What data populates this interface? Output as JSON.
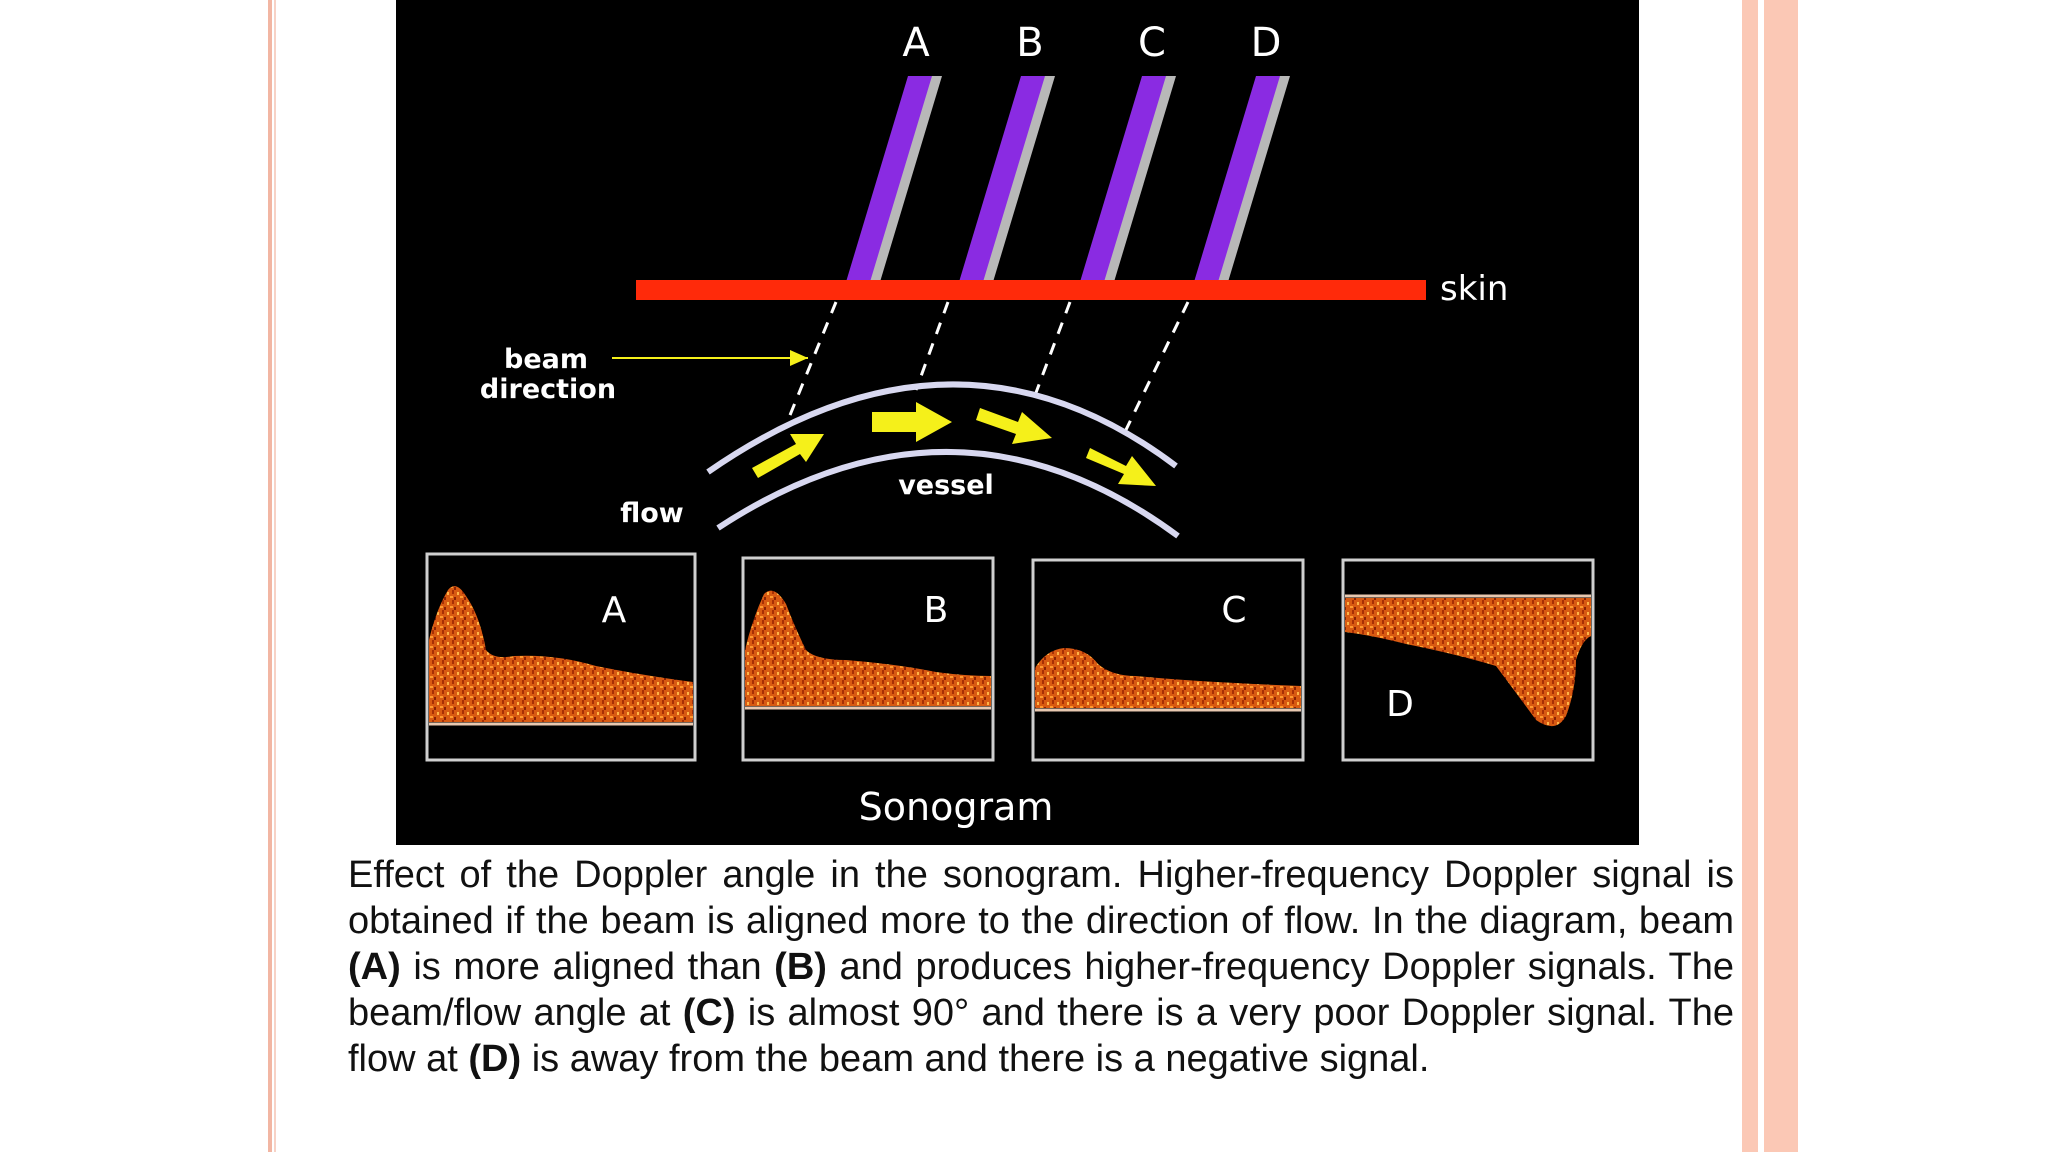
{
  "figure": {
    "beam_labels": [
      "A",
      "B",
      "C",
      "D"
    ],
    "skin_label": "skin",
    "beam_direction_label": [
      "beam",
      "direction"
    ],
    "flow_label": "flow",
    "vessel_label": "vessel",
    "panel_labels": [
      "A",
      "B",
      "C",
      "D"
    ],
    "sonogram_title": "Sonogram",
    "colors": {
      "background": "#000000",
      "beam_purple": "#8a2be2",
      "beam_shadow": "#b8b8b8",
      "skin_red": "#ff2a0a",
      "flow_arrow_yellow": "#f5f01a",
      "vessel_wall": "#d8d8f0",
      "doppler_orange": "#e0701a"
    }
  },
  "caption": {
    "p1": "Effect of the Doppler angle in the sonogram. Higher-frequency Doppler signal is obtained if the beam is aligned more to the direction of flow. In the diagram, beam ",
    "b1": "(A)",
    "p2": " is more aligned than ",
    "b2": "(B)",
    "p3": " and produces higher-frequency Doppler signals. The beam/flow angle at ",
    "b3": "(C)",
    "p4": " is almost 90° and there is a very poor Doppler signal. The flow at ",
    "b4": "(D)",
    "p5": " is away from the beam and there is a negative signal."
  }
}
